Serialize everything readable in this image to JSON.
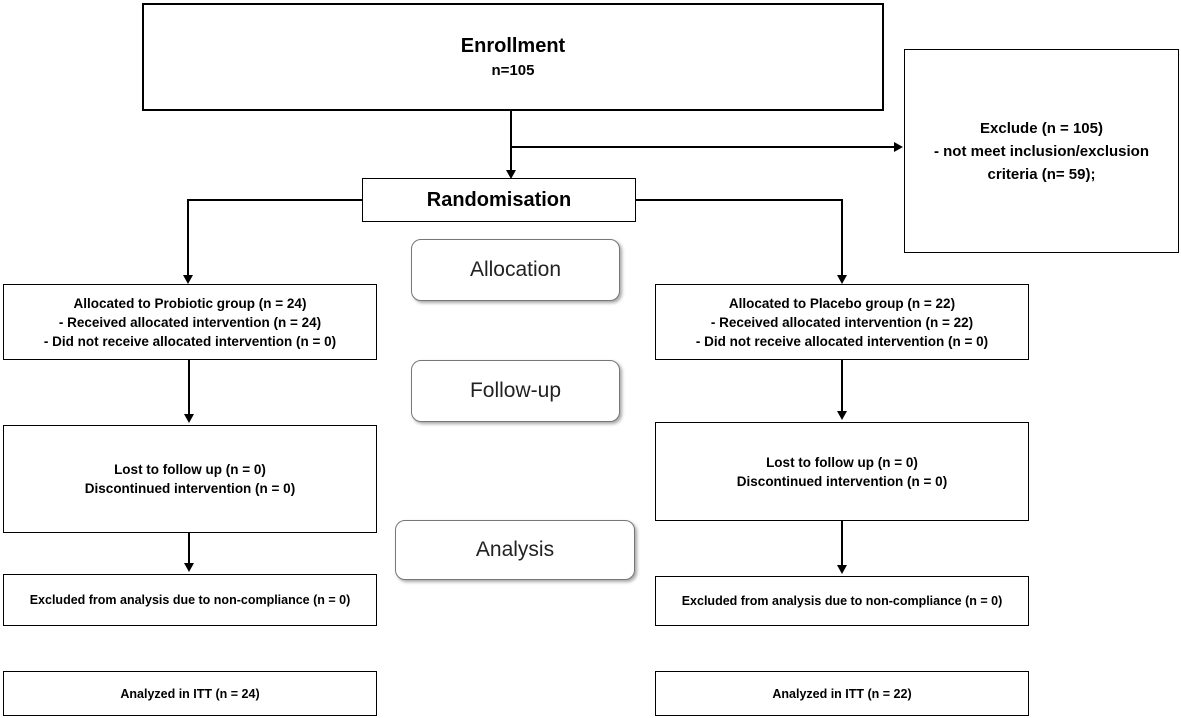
{
  "enrollment": {
    "title": "Enrollment",
    "count": "n=105"
  },
  "exclude": {
    "line1": "Exclude (n = 105)",
    "line2": "- not meet inclusion/exclusion",
    "line3": "criteria (n= 59);"
  },
  "randomisation": "Randomisation",
  "phases": {
    "allocation": "Allocation",
    "followup": "Follow-up",
    "analysis": "Analysis"
  },
  "left": {
    "allocated": "Allocated to Probiotic group (n = 24)",
    "received": "- Received allocated intervention (n = 24)",
    "not_received": "- Did not receive allocated intervention (n = 0)",
    "lost": "Lost to follow up (n = 0)",
    "discontinued": "Discontinued intervention (n = 0)",
    "excluded": "Excluded from analysis due to non-compliance (n = 0)",
    "analyzed": "Analyzed in ITT (n = 24)"
  },
  "right": {
    "allocated": "Allocated to Placebo group (n = 22)",
    "received": "- Received allocated intervention (n = 22)",
    "not_received": "- Did not receive allocated intervention (n = 0)",
    "lost": "Lost to follow up (n = 0)",
    "discontinued": "Discontinued intervention (n = 0)",
    "excluded": "Excluded from analysis due to non-compliance (n = 0)",
    "analyzed": "Analyzed in ITT (n = 22)"
  }
}
